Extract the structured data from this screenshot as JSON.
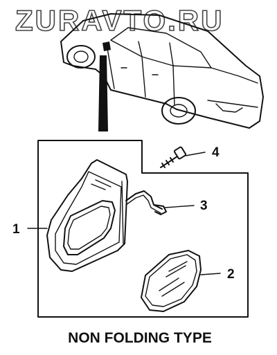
{
  "watermark": "ZURAVTO.RU",
  "callouts": {
    "part_1": "1",
    "part_2": "2",
    "part_3": "3",
    "part_4": "4"
  },
  "caption": "NON FOLDING TYPE",
  "colors": {
    "ink": "#111111",
    "paper": "#ffffff",
    "watermark_outline": "#444444"
  }
}
